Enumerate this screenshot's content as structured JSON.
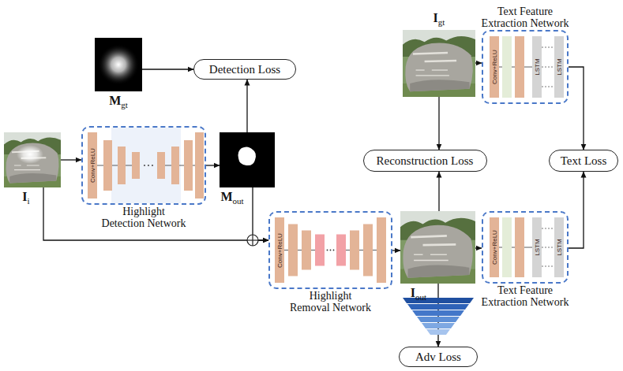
{
  "diagram": {
    "nodes": [
      {
        "text": [
          "M",
          "gt"
        ]
      },
      {
        "text": [
          "Detection Loss"
        ]
      },
      {
        "text": [
          "I",
          "i"
        ]
      },
      {
        "text": [
          "Highlight Detection Network"
        ]
      },
      {
        "text": [
          "Conv+ReLU"
        ],
        "in": 3
      },
      {
        "text": [
          "M",
          "out"
        ]
      },
      {
        "text": [
          "I",
          "gt"
        ]
      },
      {
        "text": [
          "Text Feature Extraction Network"
        ]
      },
      {
        "text": [
          "Conv+ReLU"
        ],
        "in": 7
      },
      {
        "text": [
          "LSTM"
        ],
        "in": 7
      },
      {
        "text": [
          "LSTM"
        ],
        "in": 7
      },
      {
        "text": [
          "Reconstruction Loss"
        ]
      },
      {
        "text": [
          "Text Loss"
        ]
      },
      {
        "text": [
          "Highlight Removal Network"
        ]
      },
      {
        "text": [
          "Conv+ReLU"
        ],
        "in": 13
      },
      {
        "text": [
          "I",
          "out"
        ]
      },
      {
        "text": [
          "Text Feature Extraction Network"
        ]
      },
      {
        "text": [
          "Conv+ReLU"
        ],
        "in": 16
      },
      {
        "text": [
          "LSTM"
        ],
        "in": 16
      },
      {
        "text": [
          "LSTM"
        ],
        "in": 16
      },
      {
        "text": [
          "Adv Loss"
        ]
      }
    ],
    "edges": [
      {
        "from": 2,
        "to": 3,
        "arrow": "to"
      },
      {
        "from": 3,
        "to": 5,
        "arrow": "to"
      },
      {
        "from": 0,
        "to": 1,
        "arrow": "to"
      },
      {
        "from": 5,
        "to": 1,
        "arrow": "to"
      },
      {
        "from": 2,
        "to": 13,
        "arrow": "to"
      },
      {
        "from": 5,
        "to": 13,
        "arrow": "to"
      },
      {
        "from": 13,
        "to": 15,
        "arrow": "to"
      },
      {
        "from": 6,
        "to": 11,
        "arrow": "to"
      },
      {
        "from": 15,
        "to": 11,
        "arrow": "to"
      },
      {
        "from": 6,
        "to": 7,
        "arrow": "to"
      },
      {
        "from": 15,
        "to": 16,
        "arrow": "to"
      },
      {
        "from": 7,
        "to": 12,
        "arrow": "to"
      },
      {
        "from": 16,
        "to": 12,
        "arrow": "to"
      },
      {
        "from": 15,
        "to": 20,
        "arrow": "to"
      }
    ]
  }
}
